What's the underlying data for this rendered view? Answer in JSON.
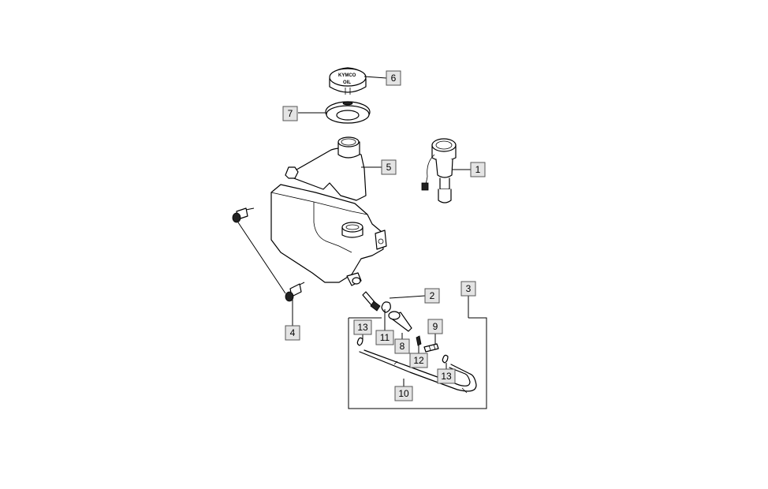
{
  "cap": {
    "brand": "KYMCO",
    "label": "OIL"
  },
  "callouts": [
    {
      "number": "1"
    },
    {
      "number": "2"
    },
    {
      "number": "3"
    },
    {
      "number": "4"
    },
    {
      "number": "5"
    },
    {
      "number": "6"
    },
    {
      "number": "7"
    },
    {
      "number": "8"
    },
    {
      "number": "9"
    },
    {
      "number": "10"
    },
    {
      "number": "11"
    },
    {
      "number": "12"
    },
    {
      "number": "13"
    },
    {
      "number": "13"
    }
  ]
}
